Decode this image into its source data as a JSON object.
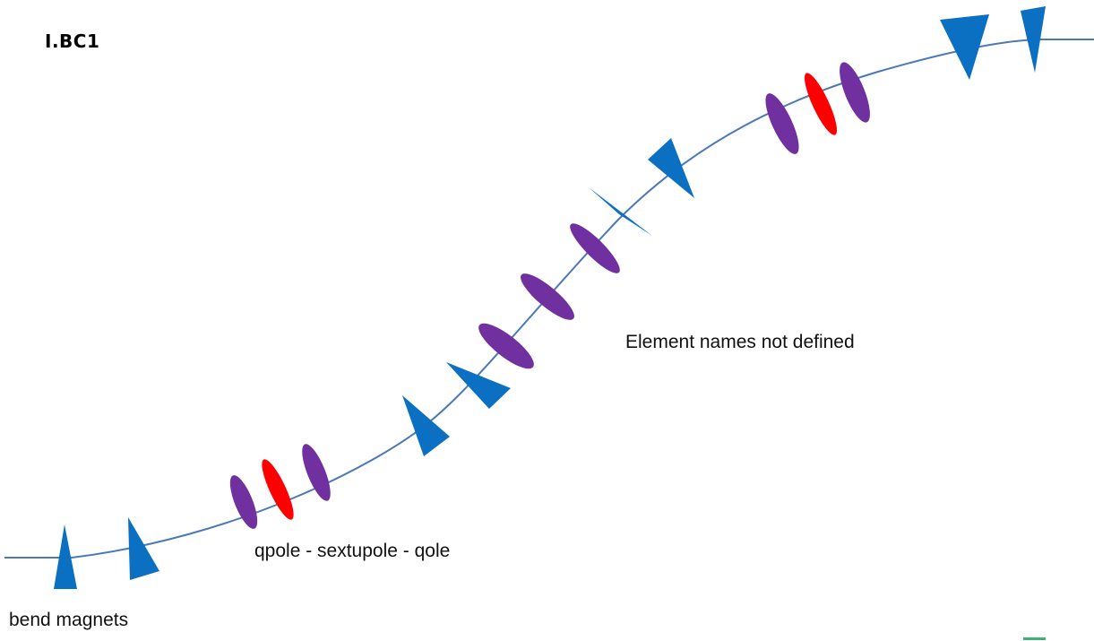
{
  "title": "I.BC1",
  "labels": {
    "element_names": "Element names not defined",
    "qpole_group": "qpole - sextupole - qole",
    "bend_magnets": "bend magnets"
  },
  "colors": {
    "beamline": "#4a78b8",
    "bend_magnet": "#0b6fc2",
    "quadrupole": "#7030a0",
    "sextupole": "#ff0000",
    "corner_mark": "#3cb371"
  },
  "elements": [
    {
      "type": "bend-magnet"
    },
    {
      "type": "bend-magnet"
    },
    {
      "type": "quadrupole"
    },
    {
      "type": "sextupole"
    },
    {
      "type": "quadrupole"
    },
    {
      "type": "bend-magnet"
    },
    {
      "type": "bend-magnet"
    },
    {
      "type": "quadrupole"
    },
    {
      "type": "quadrupole"
    },
    {
      "type": "quadrupole"
    },
    {
      "type": "bend-magnet"
    },
    {
      "type": "bend-magnet"
    },
    {
      "type": "quadrupole"
    },
    {
      "type": "sextupole"
    },
    {
      "type": "quadrupole"
    },
    {
      "type": "bend-magnet"
    },
    {
      "type": "bend-magnet"
    }
  ]
}
